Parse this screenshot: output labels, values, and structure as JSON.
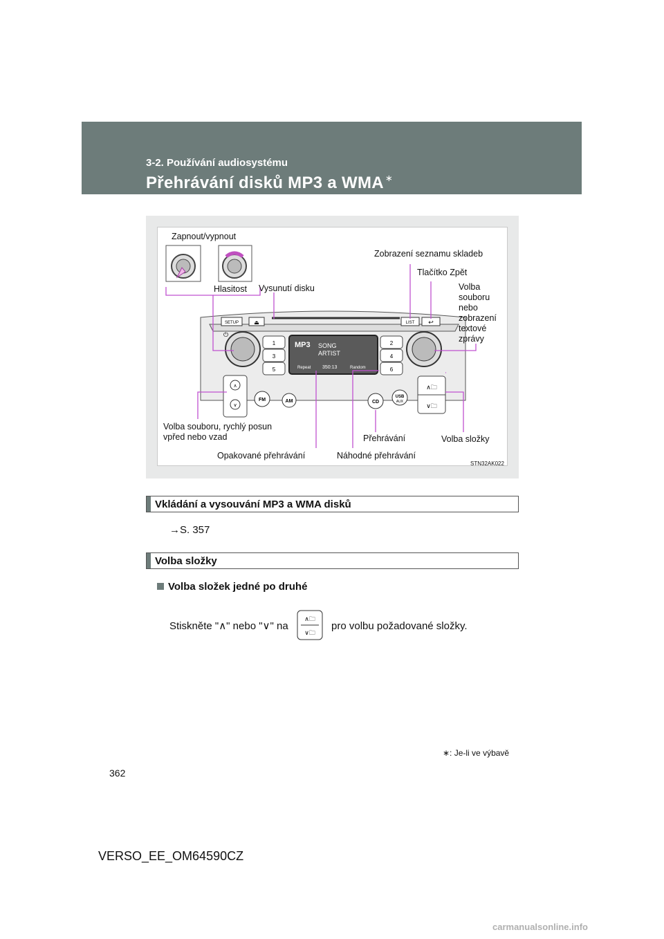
{
  "header": {
    "section": "3-2. Používání audiosystému",
    "title": "Přehrávání disků MP3 a WMA",
    "title_mark": "∗"
  },
  "figure": {
    "labels": {
      "power": "Zapnout/vypnout",
      "track_list": "Zobrazení seznamu skladeb",
      "back": "Tlačítko Zpět",
      "volume": "Hlasitost",
      "eject": "Vysunutí disku",
      "file_select": "Volba\nsouboru\nnebo\nzobrazení\ntextové\nzprávy",
      "file_ffrew": "Volba souboru, rychlý posun\nvpřed nebo vzad",
      "play": "Přehrávání",
      "folder_select": "Volba složky",
      "repeat": "Opakované přehrávání",
      "random": "Náhodné přehrávání",
      "code": "STN32AK022"
    },
    "unit": {
      "setup": "SETUP",
      "list": "LIST",
      "fm": "FM",
      "am": "AM",
      "cd": "CD",
      "usb": "USB",
      "aux": "AUX",
      "display_mp3": "MP3",
      "display_song": "SONG",
      "display_artist": "ARTIST",
      "display_repeat": "Repeat",
      "display_time": "350:13",
      "display_random": "Random",
      "presets": [
        "1",
        "2",
        "3",
        "4",
        "5",
        "6"
      ]
    }
  },
  "boxes": {
    "load": "Vkládání a vysouvání MP3 a WMA disků",
    "folder": "Volba složky"
  },
  "ref": "→S. 357",
  "subhead": "Volba složek jedné po druhé",
  "instruction": {
    "before": "Stiskněte \"∧\" nebo \"∨\" na",
    "after": "pro volbu požadované složky."
  },
  "footnote": "∗: Je-li ve výbavě",
  "page_number": "362",
  "doc_id": "VERSO_EE_OM64590CZ",
  "watermark": "carmanualsonline.info"
}
